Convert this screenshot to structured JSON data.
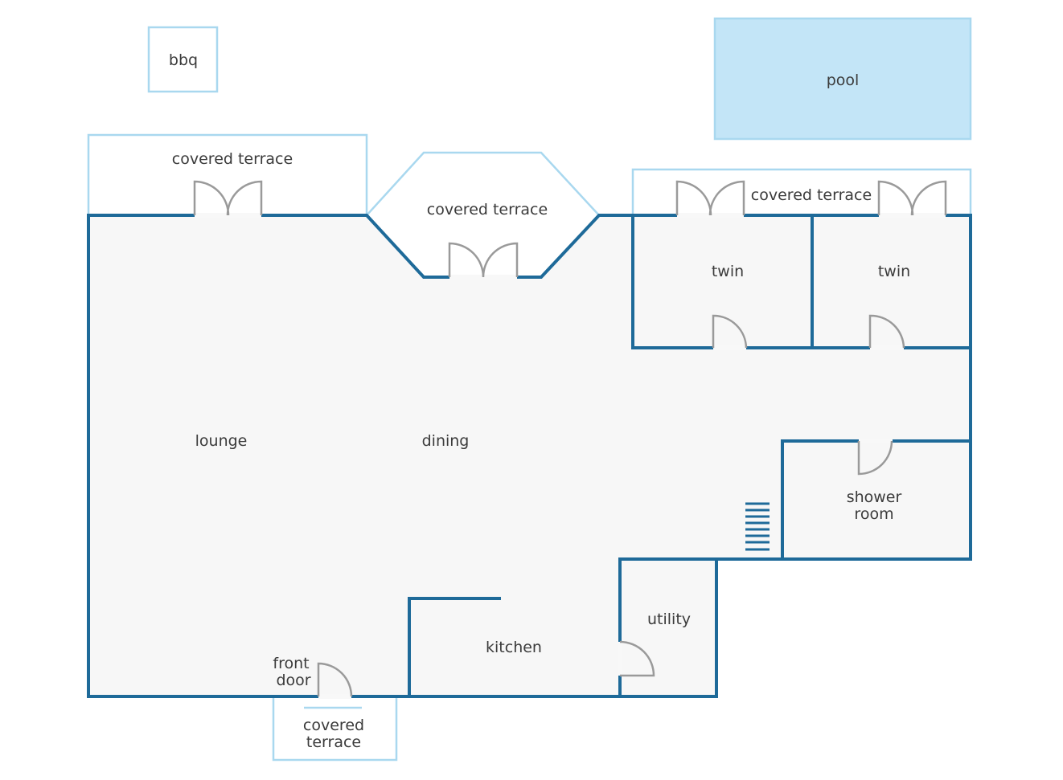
{
  "colors": {
    "wall": "#1e6a99",
    "outdoor_outline": "#a9d8ef",
    "pool_fill": "#c3e5f7",
    "floor": "#f7f7f7",
    "door": "#9a9a9a",
    "text": "#3b3b3b"
  },
  "labels": {
    "bbq": "bbq",
    "pool": "pool",
    "terrace_left": "covered terrace",
    "terrace_center": "covered terrace",
    "terrace_right": "covered terrace",
    "twin_1": "twin",
    "twin_2": "twin",
    "lounge": "lounge",
    "dining": "dining",
    "shower_line1": "shower",
    "shower_line2": "room",
    "utility": "utility",
    "kitchen": "kitchen",
    "front_door_line1": "front",
    "front_door_line2": "door",
    "terrace_front_line1": "covered",
    "terrace_front_line2": "terrace"
  }
}
